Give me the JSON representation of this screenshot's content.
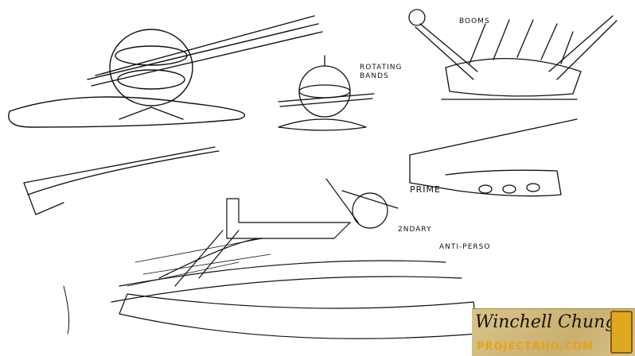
{
  "annotations": {
    "booms": "BOOMS",
    "rotating_bands": "ROTATING BANDS",
    "prime": "PRIME",
    "secondary": "2NDARY",
    "anti_personnel": "ANTI-PERSO"
  },
  "logo": {
    "name": "Winchell Chung",
    "site": "PROJECTRHO.COM"
  },
  "colors": {
    "ink": "#111111",
    "logo_bg": "#d2bd80",
    "logo_text": "#e8a21a"
  }
}
